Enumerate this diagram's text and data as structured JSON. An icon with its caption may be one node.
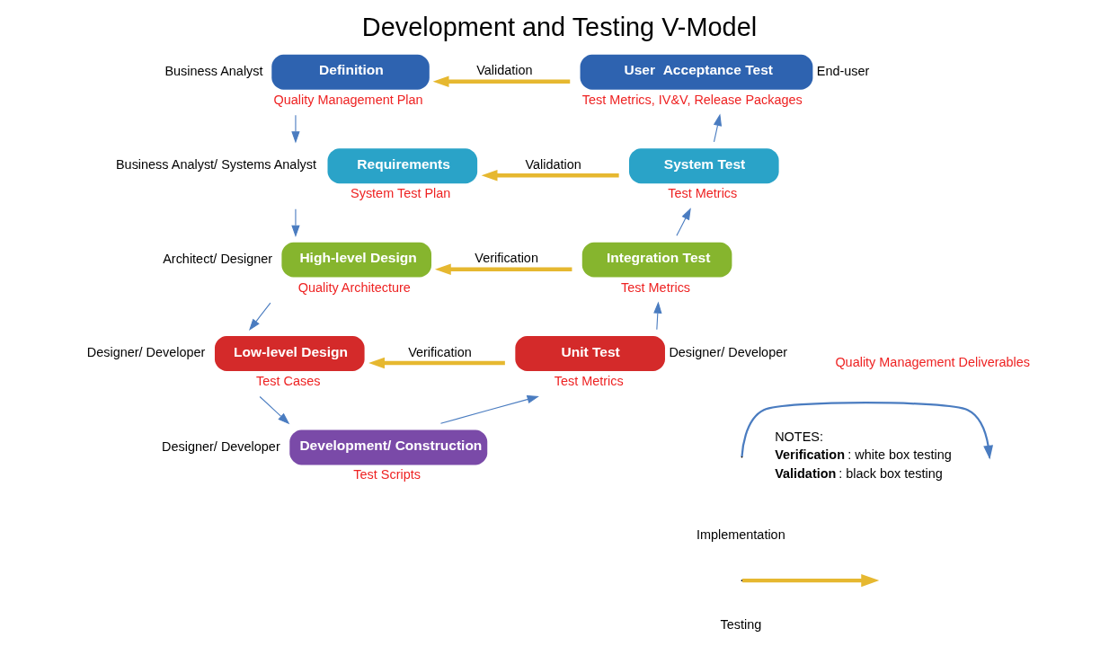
{
  "diagram": {
    "title": "Development and Testing V-Model",
    "nodes": [
      {
        "text": [
          "Definition"
        ],
        "beside": [
          "Business Analyst",
          "Quality Management Plan"
        ]
      },
      {
        "text": [
          "Requirements"
        ],
        "beside": [
          "Business Analyst/ Systems Analyst",
          "System Test Plan"
        ]
      },
      {
        "text": [
          "High-level Design"
        ],
        "beside": [
          "Architect/ Designer",
          "Quality Architecture"
        ]
      },
      {
        "text": [
          "Low-level Design"
        ],
        "beside": [
          "Designer/ Developer",
          "Test Cases"
        ]
      },
      {
        "text": [
          "Development/ Construction"
        ],
        "beside": [
          "Designer/ Developer",
          "Test Scripts"
        ]
      },
      {
        "text": [
          "Unit Test"
        ],
        "beside": [
          "Designer/ Developer",
          "Test Metrics"
        ]
      },
      {
        "text": [
          "Integration Test"
        ],
        "beside": [
          "Test Metrics"
        ]
      },
      {
        "text": [
          "System Test"
        ],
        "beside": [
          "Test Metrics"
        ]
      },
      {
        "text": [
          "User  Acceptance Test"
        ],
        "beside": [
          "End-user",
          "Test Metrics, IV&V, Release Packages"
        ]
      }
    ],
    "edges": [
      {
        "from": 0,
        "to": 1,
        "arrow": "to"
      },
      {
        "from": 1,
        "to": 2,
        "arrow": "to"
      },
      {
        "from": 2,
        "to": 3,
        "arrow": "to"
      },
      {
        "from": 3,
        "to": 4,
        "arrow": "to"
      },
      {
        "from": 4,
        "to": 5,
        "arrow": "to"
      },
      {
        "from": 5,
        "to": 6,
        "arrow": "to"
      },
      {
        "from": 6,
        "to": 7,
        "arrow": "to"
      },
      {
        "from": 7,
        "to": 8,
        "arrow": "to"
      },
      {
        "from": 8,
        "to": 0,
        "arrow": "to",
        "label": "Validation",
        "style": "thick",
        "color": "#e6b830"
      },
      {
        "from": 7,
        "to": 1,
        "arrow": "to",
        "label": "Validation",
        "style": "thick",
        "color": "#e6b830"
      },
      {
        "from": 6,
        "to": 2,
        "arrow": "to",
        "label": "Verification",
        "style": "thick",
        "color": "#e6b830"
      },
      {
        "from": 5,
        "to": 3,
        "arrow": "to",
        "label": "Verification",
        "style": "thick",
        "color": "#e6b830"
      }
    ],
    "labels": [
      "Quality Management Deliverables",
      "NOTES:",
      "**Verification**: white box testing",
      "**Validation**: black box testing"
    ],
    "legend": [
      {
        "text": "Implementation"
      },
      {
        "text": "Testing"
      }
    ]
  }
}
